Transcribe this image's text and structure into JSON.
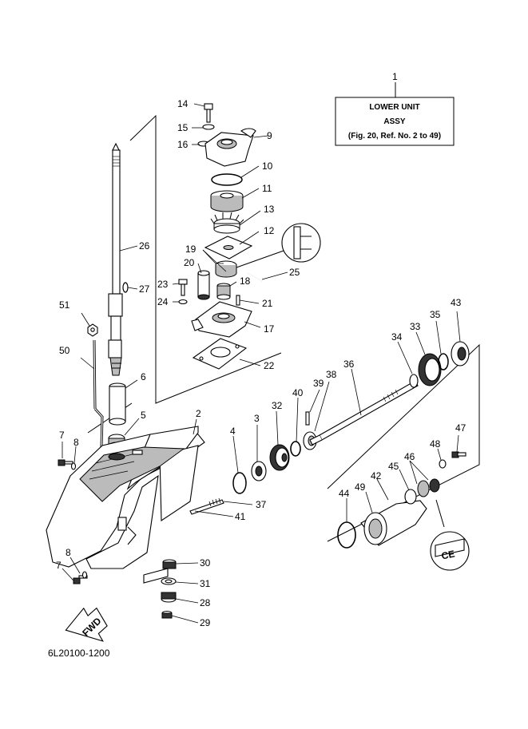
{
  "title_box": {
    "ref": "1",
    "line1": "LOWER UNIT",
    "line2": "ASSY",
    "line3": "(Fig. 20, Ref. No. 2 to 49)"
  },
  "drawing_code": "6L20100-1200",
  "fwd_label": "FWD",
  "seal_label": "CE",
  "callouts": [
    "2",
    "3",
    "4",
    "5",
    "6",
    "7",
    "8",
    "9",
    "10",
    "11",
    "12",
    "13",
    "14",
    "15",
    "16",
    "17",
    "18",
    "19",
    "20",
    "21",
    "22",
    "23",
    "24",
    "25",
    "26",
    "27",
    "28",
    "29",
    "30",
    "31",
    "32",
    "33",
    "34",
    "35",
    "36",
    "37",
    "38",
    "39",
    "40",
    "41",
    "42",
    "43",
    "44",
    "45",
    "46",
    "47",
    "48",
    "49",
    "50",
    "51",
    "7",
    "8"
  ]
}
